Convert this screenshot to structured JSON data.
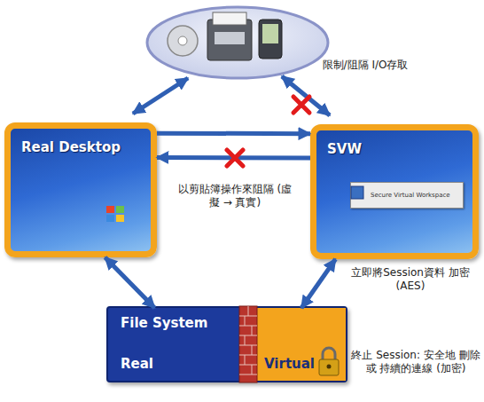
{
  "diagram": {
    "nodes": [
      {
        "text": [
          "Real Desktop"
        ]
      },
      {
        "text": [
          "SVW"
        ]
      },
      {
        "text": [
          "Secure Virtual Workspace"
        ],
        "in": 1
      },
      {
        "text": [
          "File System"
        ]
      },
      {
        "text": [
          "Real"
        ],
        "in": 3
      },
      {
        "text": [
          "Virtual"
        ],
        "in": 3
      }
    ],
    "edges": [
      {
        "from": 0,
        "to": 1,
        "arrow": "to"
      },
      {
        "from": 1,
        "to": 0,
        "arrow": "to",
        "label": "以剪貼簿操作來阻隔 (虛擬 → 真實)"
      },
      {
        "from": 0,
        "to": 4,
        "arrow": "both"
      },
      {
        "from": 1,
        "to": 5,
        "arrow": "both",
        "label": "立即將Session資料 加密 (AES)"
      }
    ],
    "labels": [
      "限制/阻隔 I/O存取",
      "終止 Session: 安全地 刪除或 持續的連線 (加密)"
    ]
  }
}
